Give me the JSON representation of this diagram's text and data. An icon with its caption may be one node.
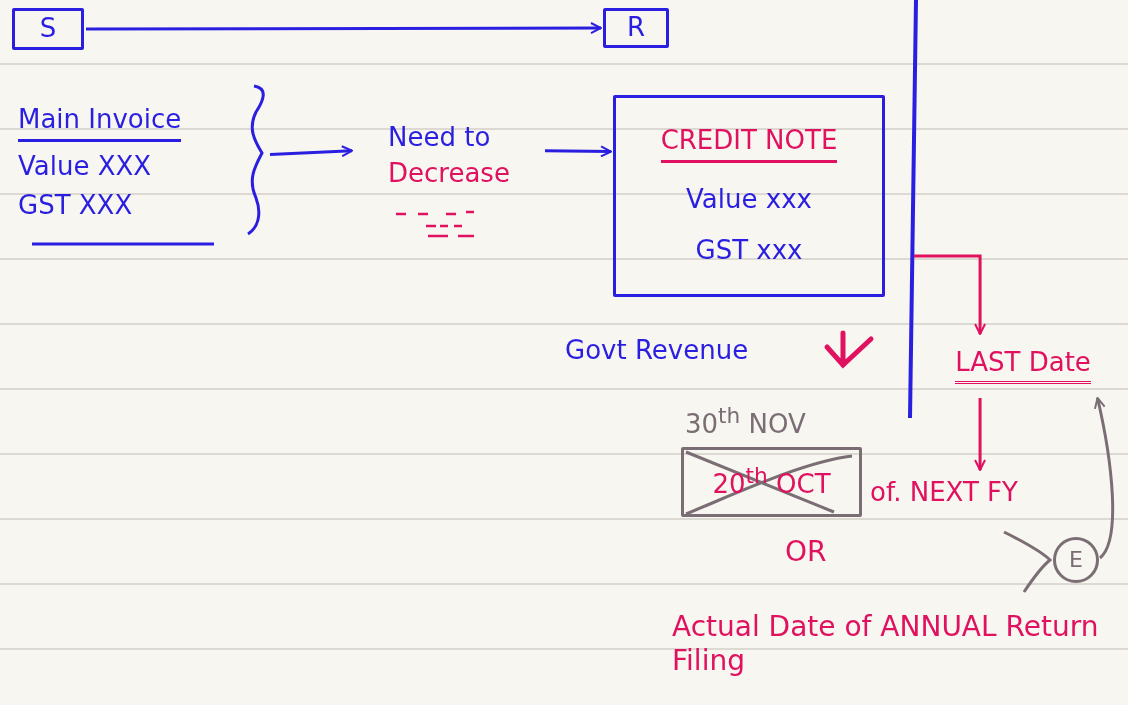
{
  "diagram": {
    "nodes": [
      {
        "text": [
          "S"
        ]
      },
      {
        "text": [
          "R"
        ]
      },
      {
        "text": [
          "Main Invoice",
          "Value XXX",
          "GST XXX"
        ]
      },
      {
        "text": [
          "Need to",
          "Decrease"
        ]
      },
      {
        "text": [
          "CREDIT NOTE",
          "Value xxx",
          "GST xxx"
        ]
      },
      {
        "text": [
          "Govt Revenue"
        ]
      },
      {
        "text": [
          "LAST Date"
        ]
      },
      {
        "text": [
          "30$^{th}$ NOV"
        ]
      },
      {
        "text": [
          "20$^{th}$ OCT"
        ]
      },
      {
        "text": [
          "of. NEXT FY"
        ]
      },
      {
        "text": [
          "E"
        ]
      }
    ],
    "edges": [
      {
        "from": 0,
        "to": 1,
        "arrow": "to"
      },
      {
        "from": 2,
        "to": 3,
        "arrow": "to"
      },
      {
        "from": 3,
        "to": 4,
        "arrow": "to"
      },
      {
        "from": null,
        "to": 6,
        "arrow": "to",
        "color": "#e0115f"
      },
      {
        "from": 6,
        "to": 9,
        "arrow": "to",
        "color": "#e0115f"
      },
      {
        "from": 10,
        "to": 6,
        "arrow": "to",
        "color": "#7a6e74"
      }
    ],
    "labels": [
      "OR",
      "Actual Date of ANNUAL Return Filing"
    ]
  }
}
